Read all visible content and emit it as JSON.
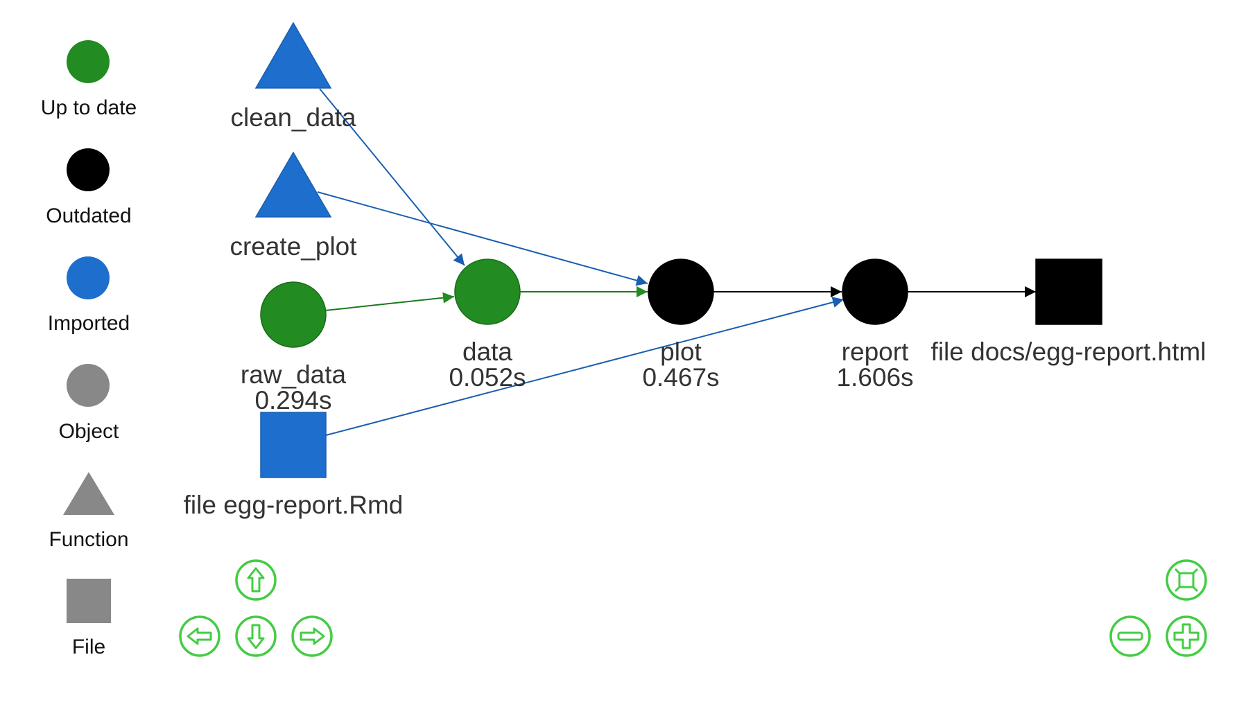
{
  "colors": {
    "up_to_date": "#228b22",
    "outdated": "#000000",
    "imported": "#1e6ecd",
    "object": "#888888",
    "nav": "#44cc44"
  },
  "legend": [
    {
      "id": "up-to-date",
      "label": "Up to date",
      "shape": "circle",
      "color": "#228b22"
    },
    {
      "id": "outdated",
      "label": "Outdated",
      "shape": "circle",
      "color": "#000000"
    },
    {
      "id": "imported",
      "label": "Imported",
      "shape": "circle",
      "color": "#1e6ecd"
    },
    {
      "id": "object",
      "label": "Object",
      "shape": "circle",
      "color": "#888888"
    },
    {
      "id": "function",
      "label": "Function",
      "shape": "triangle",
      "color": "#888888"
    },
    {
      "id": "file",
      "label": "File",
      "shape": "square",
      "color": "#888888"
    }
  ],
  "nodes": {
    "clean_data": {
      "lines": [
        "clean_data"
      ],
      "shape": "triangle",
      "status": "imported"
    },
    "create_plot": {
      "lines": [
        "create_plot"
      ],
      "shape": "triangle",
      "status": "imported"
    },
    "raw_data": {
      "lines": [
        "raw_data",
        "0.294s"
      ],
      "shape": "circle",
      "status": "up_to_date"
    },
    "egg_rmd": {
      "lines": [
        "file egg-report.Rmd"
      ],
      "shape": "square",
      "status": "imported"
    },
    "data": {
      "lines": [
        "data",
        "0.052s"
      ],
      "shape": "circle",
      "status": "up_to_date"
    },
    "plot": {
      "lines": [
        "plot",
        "0.467s"
      ],
      "shape": "circle",
      "status": "outdated"
    },
    "report": {
      "lines": [
        "report",
        "1.606s"
      ],
      "shape": "circle",
      "status": "outdated"
    },
    "egg_html": {
      "lines": [
        "file docs/egg-report.html"
      ],
      "shape": "square",
      "status": "outdated"
    }
  },
  "edges": [
    {
      "from": "clean_data",
      "to": "data",
      "status": "imported"
    },
    {
      "from": "create_plot",
      "to": "plot",
      "status": "imported"
    },
    {
      "from": "raw_data",
      "to": "data",
      "status": "up_to_date"
    },
    {
      "from": "data",
      "to": "plot",
      "status": "up_to_date"
    },
    {
      "from": "plot",
      "to": "report",
      "status": "outdated"
    },
    {
      "from": "egg_rmd",
      "to": "report",
      "status": "imported"
    },
    {
      "from": "report",
      "to": "egg_html",
      "status": "outdated"
    }
  ],
  "navigation": [
    {
      "id": "up",
      "icon": "arrow-up-icon"
    },
    {
      "id": "left",
      "icon": "arrow-left-icon"
    },
    {
      "id": "down",
      "icon": "arrow-down-icon"
    },
    {
      "id": "right",
      "icon": "arrow-right-icon"
    },
    {
      "id": "fit",
      "icon": "zoom-extends-icon"
    },
    {
      "id": "zoom-out",
      "icon": "zoom-out-icon"
    },
    {
      "id": "zoom-in",
      "icon": "zoom-in-icon"
    }
  ]
}
